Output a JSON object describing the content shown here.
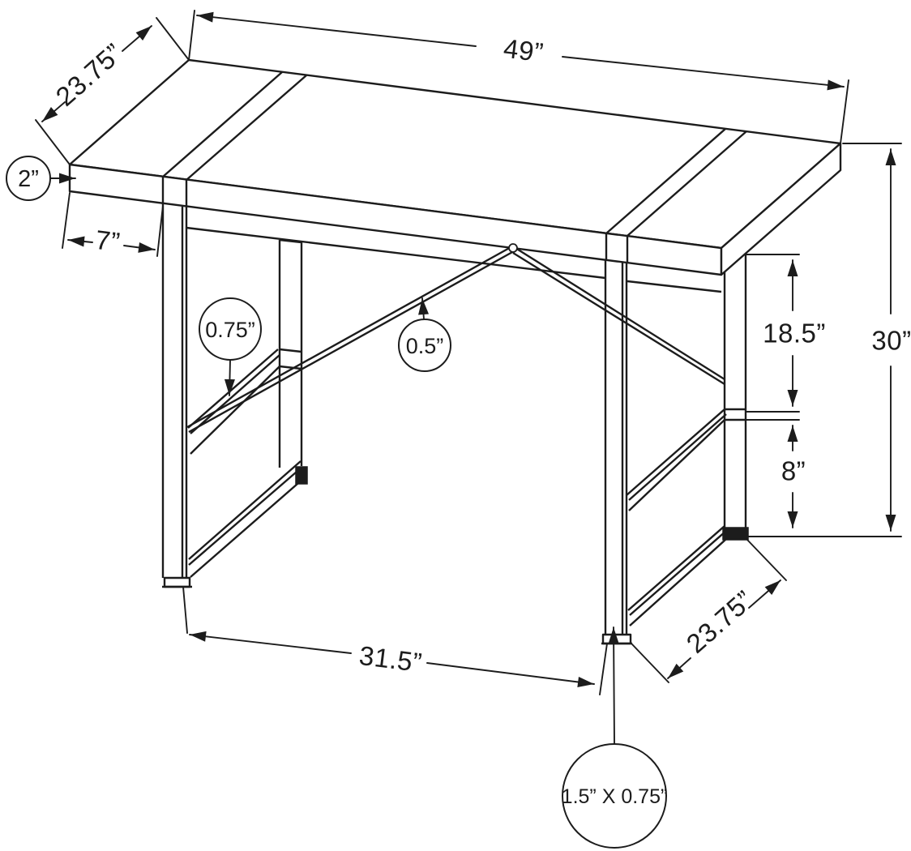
{
  "diagram": {
    "type": "furniture dimension line drawing",
    "subject": "desk with sled-leg metal frame, isometric view",
    "colors": {
      "line": "#1c1c1c",
      "background": "#ffffff"
    }
  },
  "dimensions": {
    "top_width": "49”",
    "top_depth": "23.75”",
    "top_thickness": "2”",
    "top_overhang": "7”",
    "stretcher_thickness": "0.75”",
    "brace_thickness": "0.5”",
    "top_to_stretcher": "18.5”",
    "overall_height": "30”",
    "stretcher_to_floor": "8”",
    "leg_spacing": "31.5”",
    "leg_depth": "23.75”",
    "frame_tube_size": "1.5” X 0.75”"
  }
}
